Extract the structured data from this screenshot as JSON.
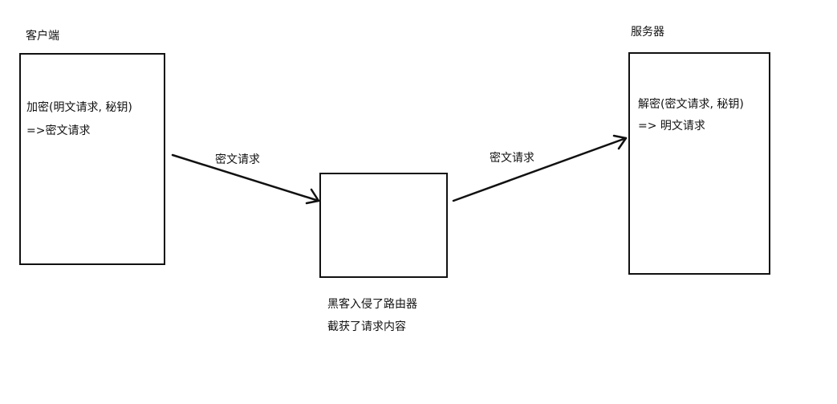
{
  "client": {
    "title": "客户端",
    "lines": [
      "加密(明文请求, 秘钥)",
      "=>密文请求"
    ]
  },
  "router": {
    "caption_lines": [
      "黑客入侵了路由器",
      "截获了请求内容"
    ]
  },
  "server": {
    "title": "服务器",
    "lines": [
      "解密(密文请求, 秘钥)",
      "=> 明文请求"
    ]
  },
  "arrows": [
    {
      "label": "密文请求"
    },
    {
      "label": "密文请求"
    }
  ],
  "colors": {
    "stroke": "#111111",
    "background": "#ffffff"
  }
}
